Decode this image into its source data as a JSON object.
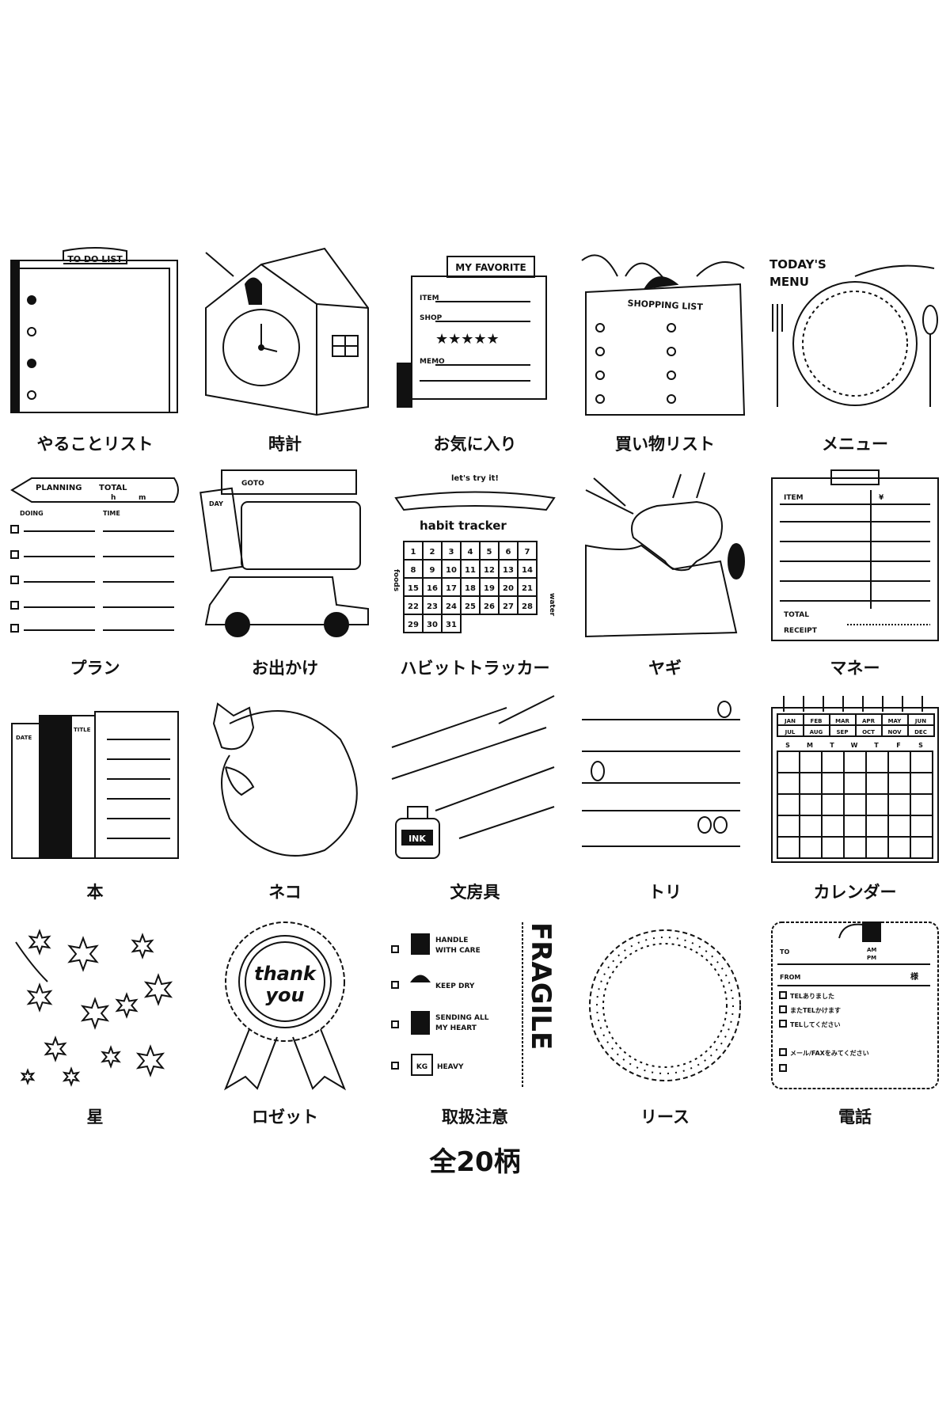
{
  "items": [
    {
      "label": "やることリスト",
      "text": [
        "TO DO LIST"
      ]
    },
    {
      "label": "時計",
      "text": []
    },
    {
      "label": "お気に入り",
      "text": [
        "MY FAVORITE",
        "ITEM",
        "SHOP",
        "MEMO",
        "★★★★★"
      ]
    },
    {
      "label": "買い物リスト",
      "text": [
        "SHOPPING LIST"
      ]
    },
    {
      "label": "メニュー",
      "text": [
        "TODAY'S",
        "MENU"
      ]
    },
    {
      "label": "プラン",
      "text": [
        "PLANNING",
        "TOTAL",
        "DOING",
        "TIME",
        "h",
        "m"
      ]
    },
    {
      "label": "お出かけ",
      "text": [
        "GOTO",
        "DAY"
      ]
    },
    {
      "label": "ハビットトラッカー",
      "text": [
        "let's try it!",
        "habit tracker",
        "foods",
        "water"
      ]
    },
    {
      "label": "ヤギ",
      "text": []
    },
    {
      "label": "マネー",
      "text": [
        "ITEM",
        "¥",
        "TOTAL",
        "RECEIPT"
      ]
    },
    {
      "label": "本",
      "text": [
        "DATE",
        "TITLE"
      ]
    },
    {
      "label": "ネコ",
      "text": []
    },
    {
      "label": "文房具",
      "text": [
        "INK"
      ]
    },
    {
      "label": "トリ",
      "text": []
    },
    {
      "label": "カレンダー",
      "text": [
        "JAN",
        "FEB",
        "MAR",
        "APR",
        "MAY",
        "JUN",
        "JUL",
        "AUG",
        "SEP",
        "OCT",
        "NOV",
        "DEC",
        "S",
        "M",
        "T",
        "W",
        "T",
        "F",
        "S"
      ]
    },
    {
      "label": "星",
      "text": []
    },
    {
      "label": "ロゼット",
      "text": [
        "thank",
        "you"
      ]
    },
    {
      "label": "取扱注意",
      "text": [
        "HANDLE",
        "WITH CARE",
        "KEEP DRY",
        "SENDING ALL",
        "MY HEART",
        "HEAVY",
        "KG",
        "FRAGILE"
      ]
    },
    {
      "label": "リース",
      "text": []
    },
    {
      "label": "電話",
      "text": [
        "TO",
        "FROM",
        "様",
        "TELありました",
        "またTELかけます",
        "TELしてください",
        "メール/FAXをみてください",
        "AM",
        "PM"
      ]
    }
  ],
  "total": "全20柄"
}
